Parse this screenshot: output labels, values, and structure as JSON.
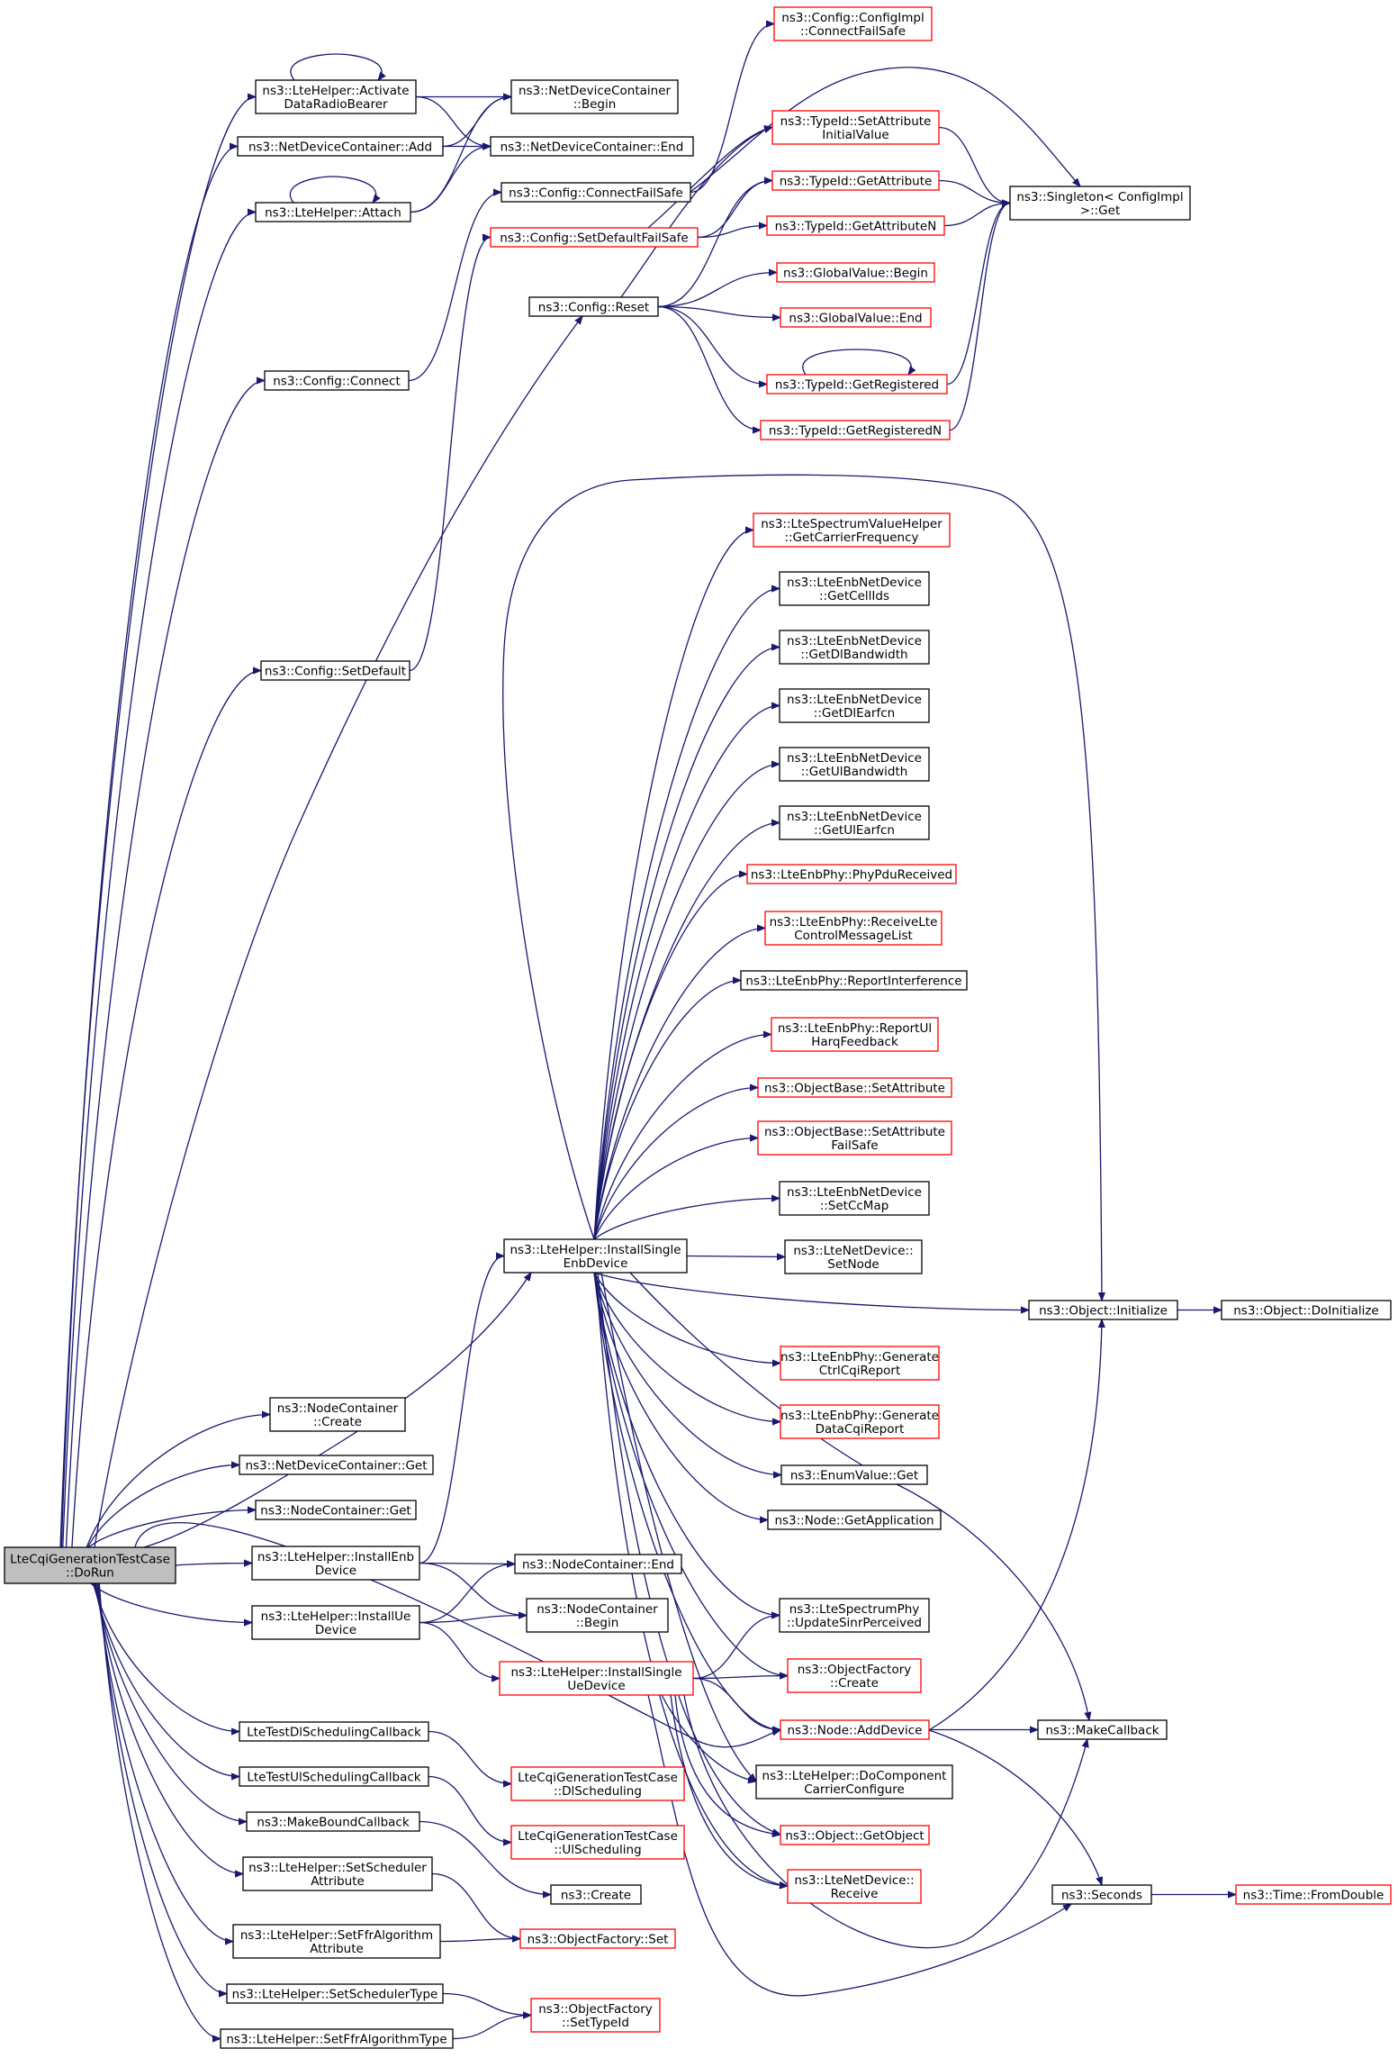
{
  "colors": {
    "edge": "#191970",
    "border_black": "#000000",
    "border_red": "#ff0000",
    "root_fill": "#bfbfbf",
    "fill": "#ffffff"
  },
  "nodes": [
    {
      "id": "root",
      "label": [
        "LteCqiGenerationTestCase",
        "::DoRun"
      ],
      "border": "black",
      "highlight": true
    },
    {
      "id": "activate",
      "label": [
        "ns3::LteHelper::Activate",
        "DataRadioBearer"
      ],
      "border": "black"
    },
    {
      "id": "ndcadd",
      "label": [
        "ns3::NetDeviceContainer::Add"
      ],
      "border": "black"
    },
    {
      "id": "attach",
      "label": [
        "ns3::LteHelper::Attach"
      ],
      "border": "black"
    },
    {
      "id": "cfgconnect",
      "label": [
        "ns3::Config::Connect"
      ],
      "border": "black"
    },
    {
      "id": "cfgsetdefault",
      "label": [
        "ns3::Config::SetDefault"
      ],
      "border": "black"
    },
    {
      "id": "nccreate",
      "label": [
        "ns3::NodeContainer",
        "::Create"
      ],
      "border": "black"
    },
    {
      "id": "ndcget",
      "label": [
        "ns3::NetDeviceContainer::Get"
      ],
      "border": "black"
    },
    {
      "id": "ncget",
      "label": [
        "ns3::NodeContainer::Get"
      ],
      "border": "black"
    },
    {
      "id": "installenb",
      "label": [
        "ns3::LteHelper::InstallEnb",
        "Device"
      ],
      "border": "black"
    },
    {
      "id": "installue",
      "label": [
        "ns3::LteHelper::InstallUe",
        "Device"
      ],
      "border": "black"
    },
    {
      "id": "dlsched",
      "label": [
        "LteTestDlSchedulingCallback"
      ],
      "border": "black"
    },
    {
      "id": "ulsched",
      "label": [
        "LteTestUlSchedulingCallback"
      ],
      "border": "black"
    },
    {
      "id": "makebound",
      "label": [
        "ns3::MakeBoundCallback"
      ],
      "border": "black"
    },
    {
      "id": "setschedattr",
      "label": [
        "ns3::LteHelper::SetScheduler",
        "Attribute"
      ],
      "border": "black"
    },
    {
      "id": "setffrattr",
      "label": [
        "ns3::LteHelper::SetFfrAlgorithm",
        "Attribute"
      ],
      "border": "black"
    },
    {
      "id": "setschedtype",
      "label": [
        "ns3::LteHelper::SetSchedulerType"
      ],
      "border": "black"
    },
    {
      "id": "setffrtype",
      "label": [
        "ns3::LteHelper::SetFfrAlgorithmType"
      ],
      "border": "black"
    },
    {
      "id": "ndcbegin",
      "label": [
        "ns3::NetDeviceContainer",
        "::Begin"
      ],
      "border": "black"
    },
    {
      "id": "ndcend",
      "label": [
        "ns3::NetDeviceContainer::End"
      ],
      "border": "black"
    },
    {
      "id": "cfgconnectfs",
      "label": [
        "ns3::Config::ConnectFailSafe"
      ],
      "border": "black"
    },
    {
      "id": "cfgsetdefaultfs",
      "label": [
        "ns3::Config::SetDefaultFailSafe"
      ],
      "border": "red"
    },
    {
      "id": "cfgreset",
      "label": [
        "ns3::Config::Reset"
      ],
      "border": "black"
    },
    {
      "id": "installsingleenb",
      "label": [
        "ns3::LteHelper::InstallSingle",
        "EnbDevice"
      ],
      "border": "black"
    },
    {
      "id": "ncend",
      "label": [
        "ns3::NodeContainer::End"
      ],
      "border": "black"
    },
    {
      "id": "ncbegin",
      "label": [
        "ns3::NodeContainer",
        "::Begin"
      ],
      "border": "black"
    },
    {
      "id": "installsingleue",
      "label": [
        "ns3::LteHelper::InstallSingle",
        "UeDevice"
      ],
      "border": "red"
    },
    {
      "id": "cqidl",
      "label": [
        "LteCqiGenerationTestCase",
        "::DlScheduling"
      ],
      "border": "red"
    },
    {
      "id": "cqiul",
      "label": [
        "LteCqiGenerationTestCase",
        "::UlScheduling"
      ],
      "border": "red"
    },
    {
      "id": "create",
      "label": [
        "ns3::Create"
      ],
      "border": "black"
    },
    {
      "id": "ofset",
      "label": [
        "ns3::ObjectFactory::Set"
      ],
      "border": "red"
    },
    {
      "id": "ofsettypeid",
      "label": [
        "ns3::ObjectFactory",
        "::SetTypeId"
      ],
      "border": "red"
    },
    {
      "id": "cfgimplconnect",
      "label": [
        "ns3::Config::ConfigImpl",
        "::ConnectFailSafe"
      ],
      "border": "red"
    },
    {
      "id": "tidsetattr",
      "label": [
        "ns3::TypeId::SetAttribute",
        "InitialValue"
      ],
      "border": "red"
    },
    {
      "id": "tidgetattr",
      "label": [
        "ns3::TypeId::GetAttribute"
      ],
      "border": "red"
    },
    {
      "id": "tidgetattrn",
      "label": [
        "ns3::TypeId::GetAttributeN"
      ],
      "border": "red"
    },
    {
      "id": "gvbegin",
      "label": [
        "ns3::GlobalValue::Begin"
      ],
      "border": "red"
    },
    {
      "id": "gvend",
      "label": [
        "ns3::GlobalValue::End"
      ],
      "border": "red"
    },
    {
      "id": "tidgetreg",
      "label": [
        "ns3::TypeId::GetRegistered"
      ],
      "border": "red"
    },
    {
      "id": "tidgetregn",
      "label": [
        "ns3::TypeId::GetRegisteredN"
      ],
      "border": "red"
    },
    {
      "id": "singleton",
      "label": [
        "ns3::Singleton< ConfigImpl",
        " >::Get"
      ],
      "border": "black"
    },
    {
      "id": "getcarrierfreq",
      "label": [
        "ns3::LteSpectrumValueHelper",
        "::GetCarrierFrequency"
      ],
      "border": "red"
    },
    {
      "id": "getcellids",
      "label": [
        "ns3::LteEnbNetDevice",
        "::GetCellIds"
      ],
      "border": "black"
    },
    {
      "id": "getdlbw",
      "label": [
        "ns3::LteEnbNetDevice",
        "::GetDlBandwidth"
      ],
      "border": "black"
    },
    {
      "id": "getdlearfcn",
      "label": [
        "ns3::LteEnbNetDevice",
        "::GetDlEarfcn"
      ],
      "border": "black"
    },
    {
      "id": "getulbw",
      "label": [
        "ns3::LteEnbNetDevice",
        "::GetUlBandwidth"
      ],
      "border": "black"
    },
    {
      "id": "getulearfcn",
      "label": [
        "ns3::LteEnbNetDevice",
        "::GetUlEarfcn"
      ],
      "border": "black"
    },
    {
      "id": "phypdu",
      "label": [
        "ns3::LteEnbPhy::PhyPduReceived"
      ],
      "border": "red"
    },
    {
      "id": "recvctrl",
      "label": [
        "ns3::LteEnbPhy::ReceiveLte",
        "ControlMessageList"
      ],
      "border": "red"
    },
    {
      "id": "reportinterf",
      "label": [
        "ns3::LteEnbPhy::ReportInterference"
      ],
      "border": "black"
    },
    {
      "id": "reportul",
      "label": [
        "ns3::LteEnbPhy::ReportUl",
        "HarqFeedback"
      ],
      "border": "red"
    },
    {
      "id": "obsetattr",
      "label": [
        "ns3::ObjectBase::SetAttribute"
      ],
      "border": "red"
    },
    {
      "id": "obsetattrfs",
      "label": [
        "ns3::ObjectBase::SetAttribute",
        "FailSafe"
      ],
      "border": "red"
    },
    {
      "id": "setccmap",
      "label": [
        "ns3::LteEnbNetDevice",
        "::SetCcMap"
      ],
      "border": "black"
    },
    {
      "id": "setnode",
      "label": [
        "ns3::LteNetDevice::",
        "SetNode"
      ],
      "border": "black"
    },
    {
      "id": "objinit",
      "label": [
        "ns3::Object::Initialize"
      ],
      "border": "black"
    },
    {
      "id": "objdoinit",
      "label": [
        "ns3::Object::DoInitialize"
      ],
      "border": "black"
    },
    {
      "id": "genctrlcqi",
      "label": [
        "ns3::LteEnbPhy::Generate",
        "CtrlCqiReport"
      ],
      "border": "red"
    },
    {
      "id": "gendatacqi",
      "label": [
        "ns3::LteEnbPhy::Generate",
        "DataCqiReport"
      ],
      "border": "red"
    },
    {
      "id": "enumget",
      "label": [
        "ns3::EnumValue::Get"
      ],
      "border": "black"
    },
    {
      "id": "nodegetapp",
      "label": [
        "ns3::Node::GetApplication"
      ],
      "border": "black"
    },
    {
      "id": "updatesinr",
      "label": [
        "ns3::LteSpectrumPhy",
        "::UpdateSinrPerceived"
      ],
      "border": "black"
    },
    {
      "id": "ofcreate",
      "label": [
        "ns3::ObjectFactory",
        "::Create"
      ],
      "border": "red"
    },
    {
      "id": "nodeadddev",
      "label": [
        "ns3::Node::AddDevice"
      ],
      "border": "red"
    },
    {
      "id": "makecallback",
      "label": [
        "ns3::MakeCallback"
      ],
      "border": "black"
    },
    {
      "id": "docomponent",
      "label": [
        "ns3::LteHelper::DoComponent",
        "CarrierConfigure"
      ],
      "border": "black"
    },
    {
      "id": "objgetobject",
      "label": [
        "ns3::Object::GetObject"
      ],
      "border": "red"
    },
    {
      "id": "ltenetrecv",
      "label": [
        "ns3::LteNetDevice::",
        "Receive"
      ],
      "border": "red"
    },
    {
      "id": "seconds",
      "label": [
        "ns3::Seconds"
      ],
      "border": "black"
    },
    {
      "id": "fromdouble",
      "label": [
        "ns3::Time::FromDouble"
      ],
      "border": "red"
    }
  ],
  "edges": [
    [
      "root",
      "activate"
    ],
    [
      "root",
      "ndcadd"
    ],
    [
      "root",
      "attach"
    ],
    [
      "root",
      "cfgconnect"
    ],
    [
      "root",
      "cfgsetdefault"
    ],
    [
      "root",
      "cfgreset"
    ],
    [
      "root",
      "installsingleenb"
    ],
    [
      "root",
      "nccreate"
    ],
    [
      "root",
      "ndcget"
    ],
    [
      "root",
      "ncget"
    ],
    [
      "root",
      "installenb"
    ],
    [
      "root",
      "installue"
    ],
    [
      "root",
      "dlsched"
    ],
    [
      "root",
      "ulsched"
    ],
    [
      "root",
      "makebound"
    ],
    [
      "root",
      "setschedattr"
    ],
    [
      "root",
      "setffrattr"
    ],
    [
      "root",
      "setschedtype"
    ],
    [
      "root",
      "setffrtype"
    ],
    [
      "root",
      "nodeadddev"
    ],
    [
      "activate",
      "activate"
    ],
    [
      "activate",
      "ndcbegin"
    ],
    [
      "activate",
      "ndcend"
    ],
    [
      "ndcadd",
      "ndcbegin"
    ],
    [
      "ndcadd",
      "ndcend"
    ],
    [
      "attach",
      "attach"
    ],
    [
      "attach",
      "ndcbegin"
    ],
    [
      "attach",
      "ndcend"
    ],
    [
      "cfgconnect",
      "cfgconnectfs"
    ],
    [
      "cfgsetdefault",
      "cfgsetdefaultfs"
    ],
    [
      "installenb",
      "installsingleenb"
    ],
    [
      "installenb",
      "ncend"
    ],
    [
      "installenb",
      "ncbegin"
    ],
    [
      "installue",
      "ncend"
    ],
    [
      "installue",
      "ncbegin"
    ],
    [
      "installue",
      "installsingleue"
    ],
    [
      "dlsched",
      "cqidl"
    ],
    [
      "ulsched",
      "cqiul"
    ],
    [
      "makebound",
      "create"
    ],
    [
      "setschedattr",
      "ofset"
    ],
    [
      "setffrattr",
      "ofset"
    ],
    [
      "setschedtype",
      "ofsettypeid"
    ],
    [
      "setffrtype",
      "ofsettypeid"
    ],
    [
      "cfgconnectfs",
      "cfgimplconnect"
    ],
    [
      "cfgconnectfs",
      "singleton"
    ],
    [
      "cfgsetdefaultfs",
      "tidsetattr"
    ],
    [
      "cfgsetdefaultfs",
      "tidgetattr"
    ],
    [
      "cfgsetdefaultfs",
      "tidgetattrn"
    ],
    [
      "cfgreset",
      "tidsetattr"
    ],
    [
      "cfgreset",
      "tidgetattr"
    ],
    [
      "cfgreset",
      "gvbegin"
    ],
    [
      "cfgreset",
      "gvend"
    ],
    [
      "cfgreset",
      "tidgetreg"
    ],
    [
      "cfgreset",
      "tidgetregn"
    ],
    [
      "tidsetattr",
      "singleton"
    ],
    [
      "tidgetattr",
      "singleton"
    ],
    [
      "tidgetattrn",
      "singleton"
    ],
    [
      "tidgetreg",
      "singleton"
    ],
    [
      "tidgetregn",
      "singleton"
    ],
    [
      "tidgetreg",
      "tidgetreg"
    ],
    [
      "installsingleenb",
      "getcarrierfreq"
    ],
    [
      "installsingleenb",
      "getcellids"
    ],
    [
      "installsingleenb",
      "getdlbw"
    ],
    [
      "installsingleenb",
      "getdlearfcn"
    ],
    [
      "installsingleenb",
      "getulbw"
    ],
    [
      "installsingleenb",
      "getulearfcn"
    ],
    [
      "installsingleenb",
      "phypdu"
    ],
    [
      "installsingleenb",
      "recvctrl"
    ],
    [
      "installsingleenb",
      "reportinterf"
    ],
    [
      "installsingleenb",
      "reportul"
    ],
    [
      "installsingleenb",
      "obsetattr"
    ],
    [
      "installsingleenb",
      "obsetattrfs"
    ],
    [
      "installsingleenb",
      "setccmap"
    ],
    [
      "installsingleenb",
      "setnode"
    ],
    [
      "installsingleenb",
      "objinit"
    ],
    [
      "installsingleenb",
      "genctrlcqi"
    ],
    [
      "installsingleenb",
      "gendatacqi"
    ],
    [
      "installsingleenb",
      "enumget"
    ],
    [
      "installsingleenb",
      "nodegetapp"
    ],
    [
      "installsingleenb",
      "updatesinr"
    ],
    [
      "installsingleenb",
      "ofcreate"
    ],
    [
      "installsingleenb",
      "nodeadddev"
    ],
    [
      "installsingleenb",
      "makecallback"
    ],
    [
      "installsingleenb",
      "docomponent"
    ],
    [
      "installsingleenb",
      "objgetobject"
    ],
    [
      "installsingleenb",
      "ltenetrecv"
    ],
    [
      "installsingleue",
      "updatesinr"
    ],
    [
      "installsingleue",
      "ofcreate"
    ],
    [
      "installsingleue",
      "nodeadddev"
    ],
    [
      "installsingleue",
      "docomponent"
    ],
    [
      "installsingleue",
      "objgetobject"
    ],
    [
      "installsingleue",
      "ltenetrecv"
    ],
    [
      "installsingleue",
      "makecallback"
    ],
    [
      "installsingleue",
      "seconds"
    ],
    [
      "installsingleenb",
      "objinit_top"
    ],
    [
      "objinit",
      "objdoinit"
    ],
    [
      "nodeadddev",
      "makecallback"
    ],
    [
      "nodeadddev",
      "seconds"
    ],
    [
      "nodeadddev",
      "objinit"
    ],
    [
      "seconds",
      "fromdouble"
    ]
  ]
}
